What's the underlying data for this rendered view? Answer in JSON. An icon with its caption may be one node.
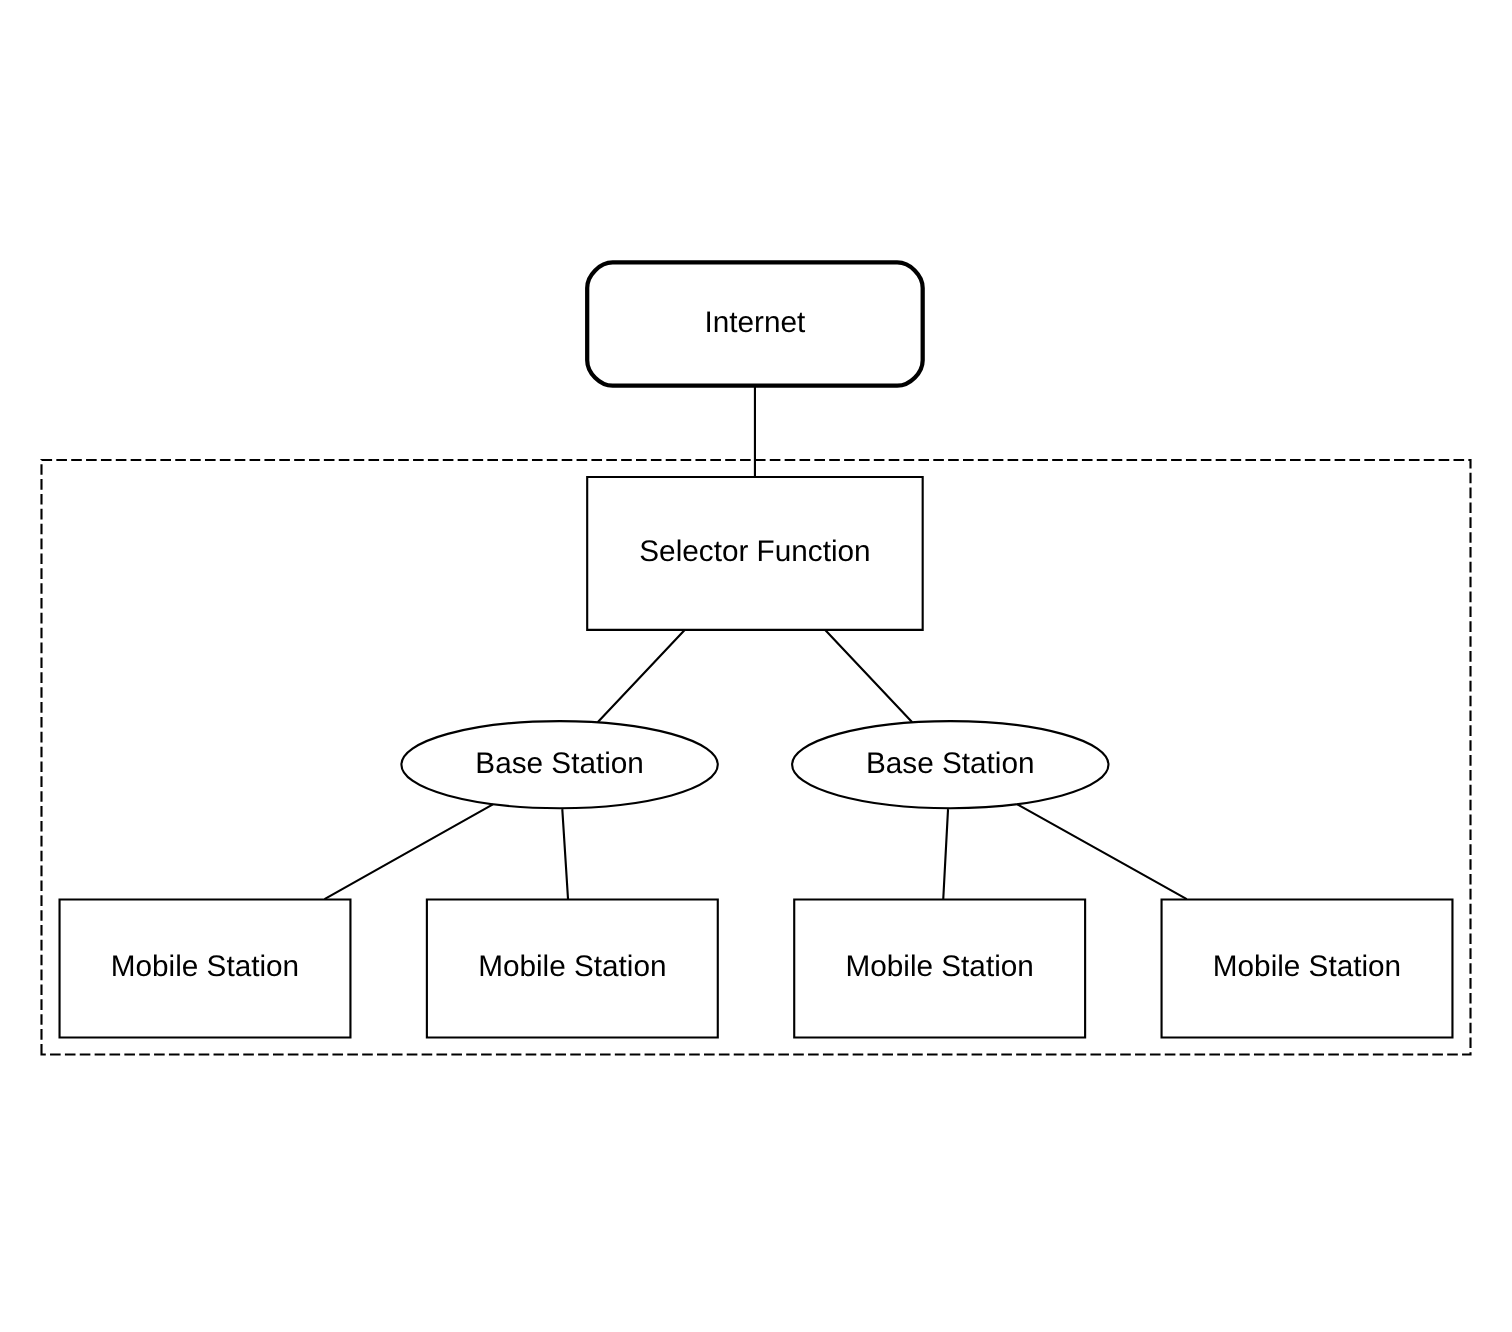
{
  "diagram": {
    "nodes": [
      {
        "text": [
          "Internet"
        ]
      },
      {
        "text": [],
        "shape": "box"
      },
      {
        "text": [
          "Selector Function"
        ],
        "in": 1
      },
      {
        "text": [
          "Base Station"
        ],
        "in": 1
      },
      {
        "text": [
          "Base Station"
        ],
        "in": 1
      },
      {
        "text": [
          "Mobile Station"
        ],
        "in": 1
      },
      {
        "text": [
          "Mobile Station"
        ],
        "in": 1
      },
      {
        "text": [
          "Mobile Station"
        ],
        "in": 1
      },
      {
        "text": [
          "Mobile Station"
        ],
        "in": 1
      }
    ],
    "edges": [
      {
        "from": 0,
        "to": 2,
        "arrow": "none"
      },
      {
        "from": 2,
        "to": 3,
        "arrow": "none"
      },
      {
        "from": 2,
        "to": 4,
        "arrow": "none"
      },
      {
        "from": 3,
        "to": 5,
        "arrow": "none"
      },
      {
        "from": 3,
        "to": 6,
        "arrow": "none"
      },
      {
        "from": 4,
        "to": 7,
        "arrow": "none"
      },
      {
        "from": 4,
        "to": 8,
        "arrow": "none"
      }
    ]
  }
}
